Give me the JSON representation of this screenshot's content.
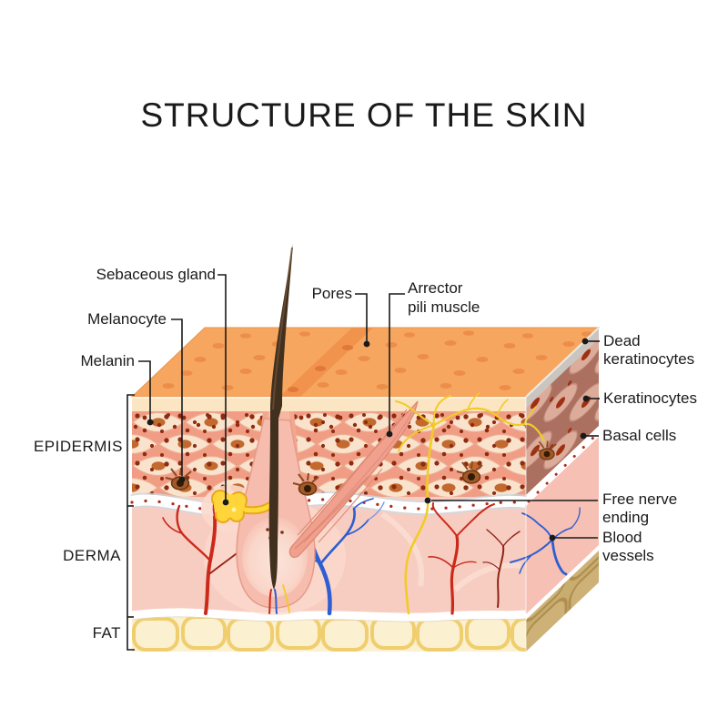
{
  "title": "STRUCTURE OF THE SKIN",
  "annotations": {
    "sebaceous_gland": "Sebaceous gland",
    "melanocyte": "Melanocyte",
    "melanin": "Melanin",
    "pores": "Pores",
    "arrector_pili_muscle": "Arrector\npili muscle",
    "dead_keratinocytes": "Dead\nkeratinocytes",
    "keratinocytes": "Keratinocytes",
    "basal_cells": "Basal cells",
    "free_nerve_ending": "Free nerve\nending",
    "blood_vessels": "Blood\nvessels"
  },
  "layer_labels": {
    "epidermis": "EPIDERMIS",
    "derma": "DERMA",
    "fat": "FAT"
  },
  "colors": {
    "background": "#FFFFFF",
    "text": "#1A1A1A",
    "top_face": "#F7A65F",
    "pore": "#EC8C49",
    "pore_dark": "#E2773A",
    "surface_strip": "#FBE5C2",
    "epidermis": "#F19C84",
    "epidermis_cell": "#FAE3CD",
    "cell_nucleus": "#C2692F",
    "melanin_dot": "#8E2B10",
    "dermis": "#F8CDC1",
    "dermis_side": "#F6C0B4",
    "fat": "#FBF0CF",
    "fat_lobule_line": "#F0CE6E",
    "fat_side": "#C9AD6E",
    "keratinocyte_bg": "#AC7060",
    "keratinocyte_cell": "#DCAC9B",
    "dead_keratinocytes": "#CBC5BF",
    "hair": "#42301F",
    "follicle": "#F6BCAD",
    "muscle": "#F1A08E",
    "sebaceous_gland": "#FFD53A",
    "nerve": "#F0CC25",
    "artery": "#CB2A1B",
    "vein": "#2E5ED1"
  }
}
